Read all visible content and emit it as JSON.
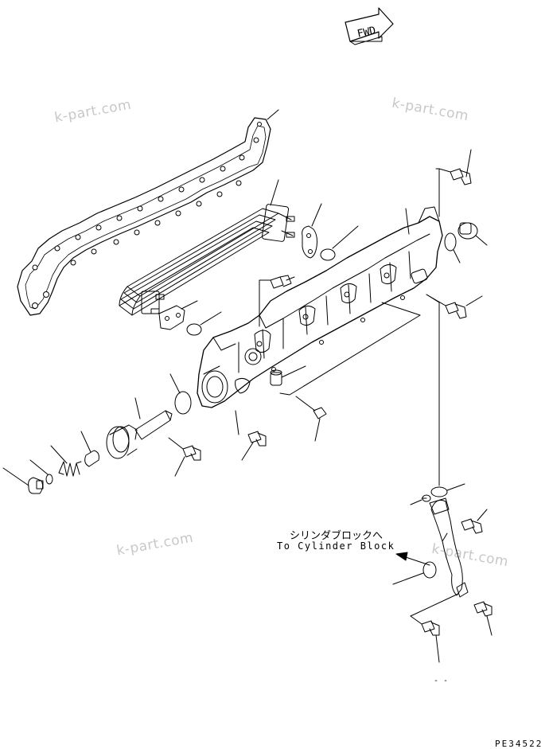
{
  "watermark": "k-part.com",
  "fwd_label": "FWD",
  "destination_label_jp": "シリンダブロックへ",
  "destination_label_en": "To Cylinder Block",
  "drawing_code": "PE34522",
  "page_marker": "- -",
  "colors": {
    "line": "#000000",
    "watermark": "#c8c8c8",
    "background": "#ffffff"
  }
}
